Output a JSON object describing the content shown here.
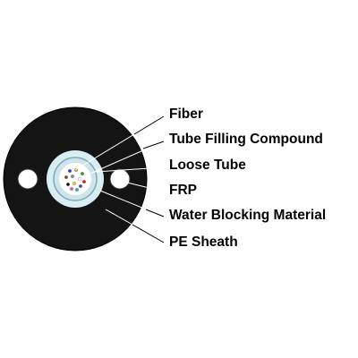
{
  "labels": {
    "fiber": "Fiber",
    "tube_filling_compound": "Tube Filling Compound",
    "loose_tube": "Loose Tube",
    "frp": "FRP",
    "water_blocking_material": "Water Blocking Material",
    "pe_sheath": "PE Sheath"
  },
  "colors": {
    "sheath": "#141414",
    "water_blocking_layer": "#d9eef3",
    "loose_tube": "#cfe3ea",
    "tube_filling": "#ffffff",
    "frp": "#ffffff",
    "leader_line": "#ffffff",
    "fibers": [
      "#1f3fd0",
      "#e87f17",
      "#3a9e2e",
      "#8b4513",
      "#8a8a8a",
      "#ffffff",
      "#d42020",
      "#111111",
      "#e7d21c",
      "#7b2fb8",
      "#e75aa5",
      "#22b3c7"
    ]
  }
}
